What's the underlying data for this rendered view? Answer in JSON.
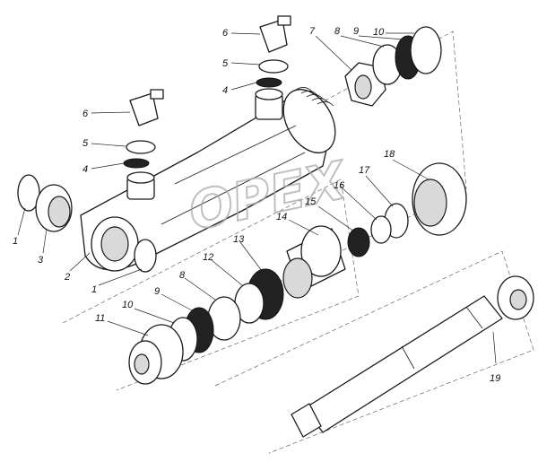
{
  "watermark": "OPEX",
  "callouts": {
    "c1a": "1",
    "c1b": "1",
    "c2": "2",
    "c3": "3",
    "c4a": "4",
    "c4b": "4",
    "c5a": "5",
    "c5b": "5",
    "c6a": "6",
    "c6b": "6",
    "c7": "7",
    "c8a": "8",
    "c8b": "8",
    "c9a": "9",
    "c9b": "9",
    "c10a": "10",
    "c10b": "10",
    "c11": "11",
    "c12": "12",
    "c13": "13",
    "c14": "14",
    "c15": "15",
    "c16": "16",
    "c17": "17",
    "c18": "18",
    "c19": "19"
  },
  "colors": {
    "line": "#1a1a1a",
    "shade": "#d9d9d9",
    "watermark": "#aaaaaa"
  }
}
